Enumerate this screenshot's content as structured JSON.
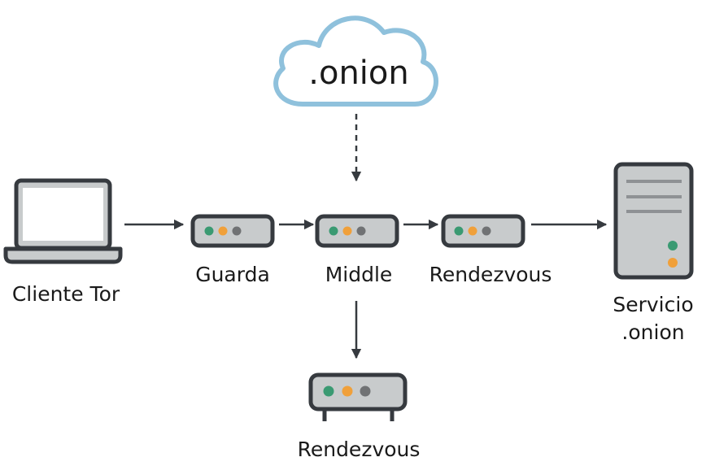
{
  "cloud": {
    "label": ".onion"
  },
  "nodes": {
    "client": {
      "label": "Cliente Tor",
      "icon": "laptop-icon"
    },
    "guard": {
      "label": "Guarda",
      "icon": "router-icon"
    },
    "middle": {
      "label": "Middle",
      "icon": "router-icon"
    },
    "rendezvous": {
      "label": "Rendezvous",
      "icon": "router-icon"
    },
    "service": {
      "label_line1": "Servicio",
      "label_line2": ".onion",
      "icon": "server-icon"
    },
    "rendezvous_bottom": {
      "label": "Rendezvous",
      "icon": "router-icon"
    }
  },
  "colors": {
    "outline": "#363a3f",
    "device_fill": "#c8cbcc",
    "cloud_stroke": "#8fc1dc",
    "led_green": "#3a9a72",
    "led_orange": "#f0a03a",
    "led_gray": "#707274"
  }
}
